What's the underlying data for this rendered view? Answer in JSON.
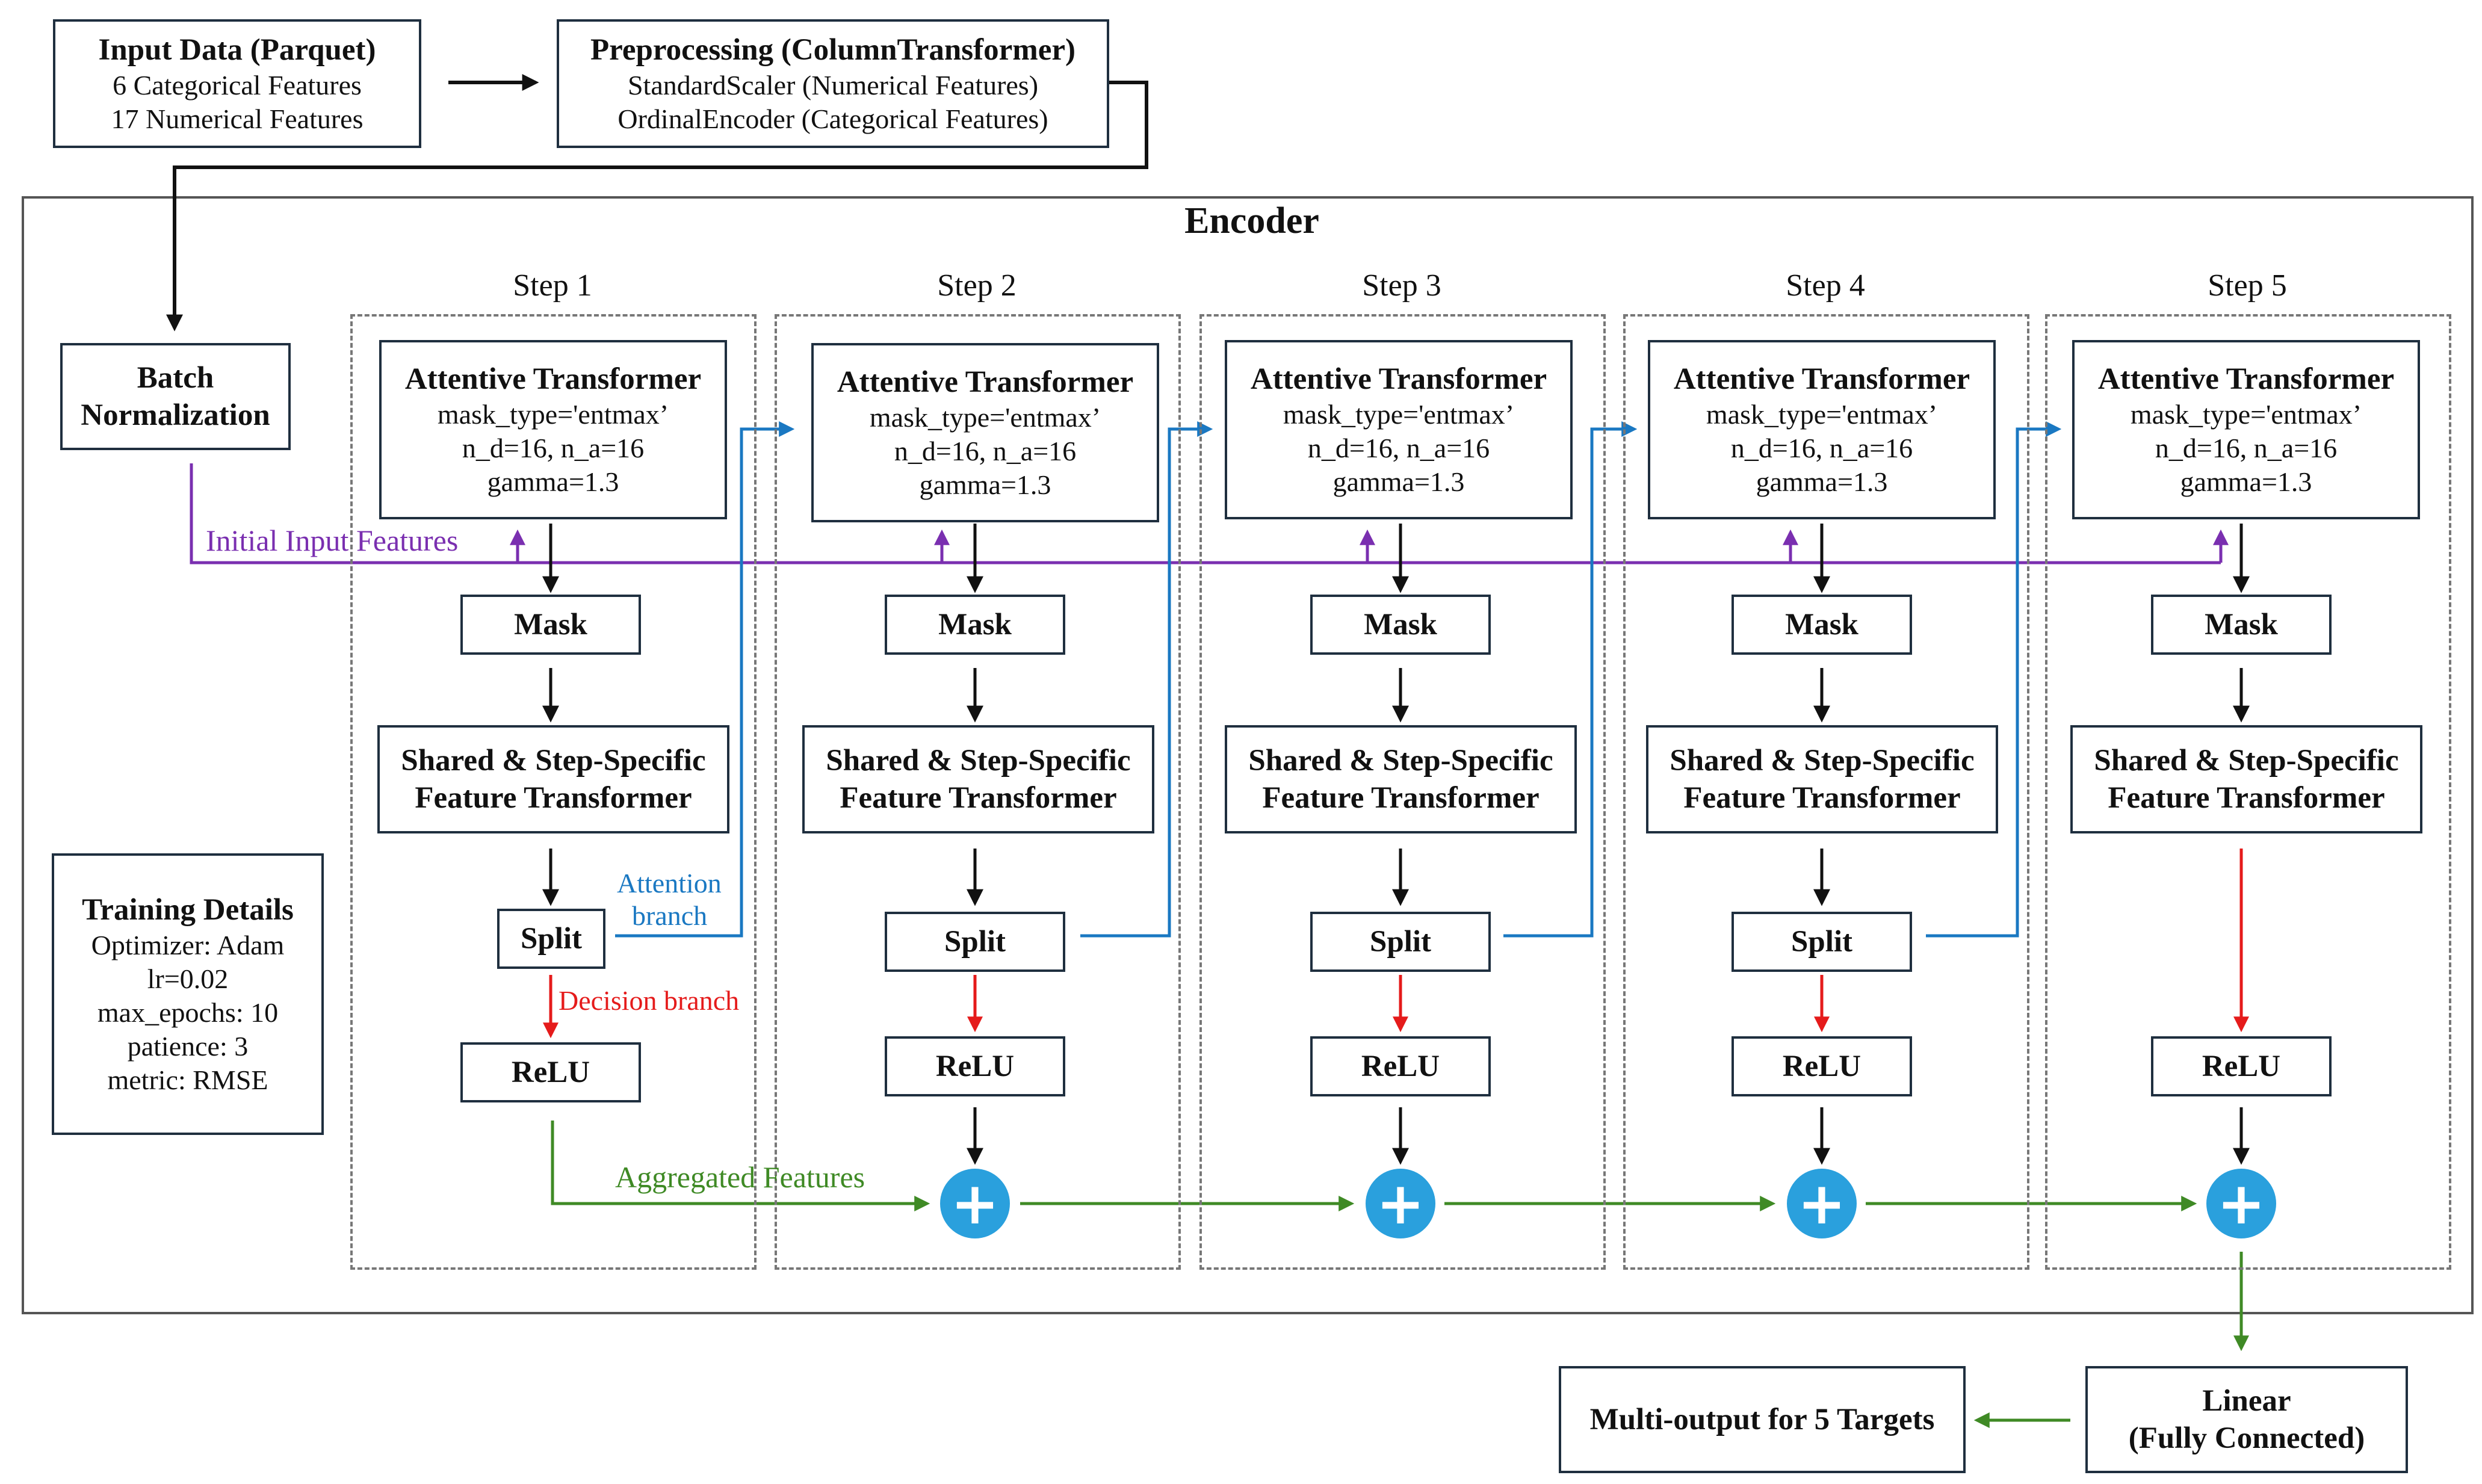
{
  "input_box": {
    "title": "Input Data (Parquet)",
    "line1": "6 Categorical Features",
    "line2": "17 Numerical Features"
  },
  "preprocessing": {
    "title": "Preprocessing (ColumnTransformer)",
    "line1": "StandardScaler (Numerical Features)",
    "line2": "OrdinalEncoder (Categorical Features)"
  },
  "encoder": {
    "title": "Encoder"
  },
  "batch_norm": {
    "line1": "Batch",
    "line2": "Normalization"
  },
  "training": {
    "title": "Training Details",
    "optimizer": "Optimizer: Adam",
    "lr": "lr=0.02",
    "max_epochs": "max_epochs: 10",
    "patience": "patience: 3",
    "metric": "metric: RMSE"
  },
  "steps": [
    {
      "label": "Step 1",
      "att_title": "Attentive Transformer",
      "mask_type": "mask_type='entmax’",
      "n": "n_d=16, n_a=16",
      "gamma": "gamma=1.3",
      "mask": "Mask",
      "ft1": "Shared & Step-Specific",
      "ft2": "Feature Transformer",
      "split": "Split",
      "relu": "ReLU"
    },
    {
      "label": "Step 2",
      "att_title": "Attentive Transformer",
      "mask_type": "mask_type='entmax’",
      "n": "n_d=16, n_a=16",
      "gamma": "gamma=1.3",
      "mask": "Mask",
      "ft1": "Shared & Step-Specific",
      "ft2": "Feature Transformer",
      "split": "Split",
      "relu": "ReLU"
    },
    {
      "label": "Step 3",
      "att_title": "Attentive Transformer",
      "mask_type": "mask_type='entmax’",
      "n": "n_d=16, n_a=16",
      "gamma": "gamma=1.3",
      "mask": "Mask",
      "ft1": "Shared & Step-Specific",
      "ft2": "Feature Transformer",
      "split": "Split",
      "relu": "ReLU"
    },
    {
      "label": "Step 4",
      "att_title": "Attentive Transformer",
      "mask_type": "mask_type='entmax’",
      "n": "n_d=16, n_a=16",
      "gamma": "gamma=1.3",
      "mask": "Mask",
      "ft1": "Shared & Step-Specific",
      "ft2": "Feature Transformer",
      "split": "Split",
      "relu": "ReLU"
    },
    {
      "label": "Step 5",
      "att_title": "Attentive Transformer",
      "mask_type": "mask_type='entmax’",
      "n": "n_d=16, n_a=16",
      "gamma": "gamma=1.3",
      "mask": "Mask",
      "ft1": "Shared & Step-Specific",
      "ft2": "Feature Transformer",
      "relu": "ReLU"
    }
  ],
  "labels": {
    "initial_input": "Initial Input Features",
    "attention_branch_1": "Attention",
    "attention_branch_2": "branch",
    "decision_branch": "Decision branch",
    "aggregated": "Aggregated Features"
  },
  "plus_symbol": "+",
  "linear": {
    "line1": "Linear",
    "line2": "(Fully Connected)"
  },
  "output": {
    "label": "Multi-output for 5 Targets"
  },
  "colors": {
    "purple": "#7a2fb0",
    "blue": "#1a78c2",
    "red": "#e51b1b",
    "green": "#3f8a25",
    "plus": "#2aa0dd",
    "border": "#1f2f3f"
  }
}
